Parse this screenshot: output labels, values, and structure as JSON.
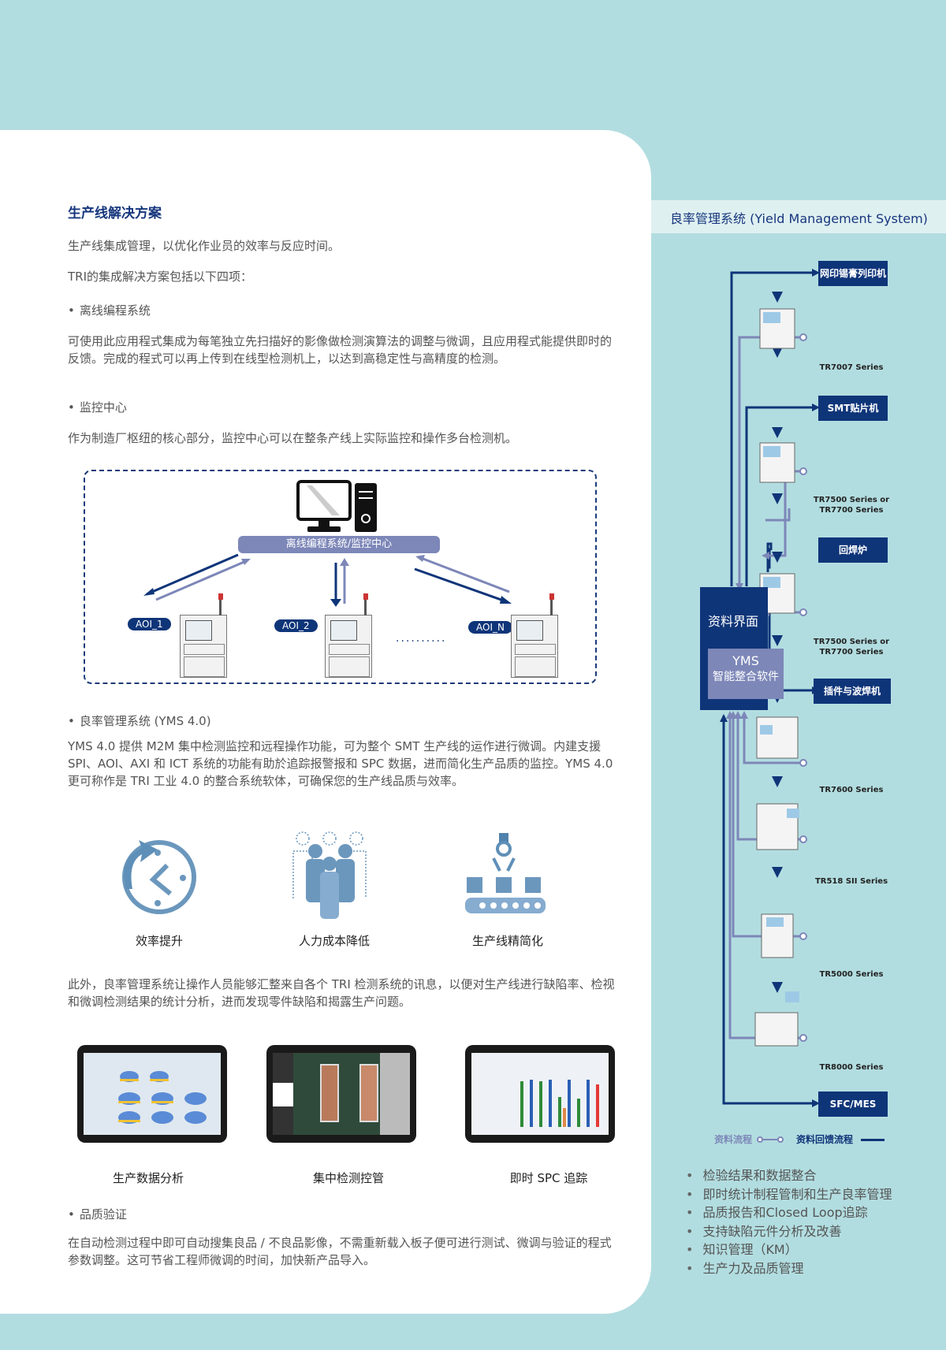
{
  "left": {
    "title": "生产线解决方案",
    "intro1": "生产线集成管理，以优化作业员的效率与反应时间。",
    "intro2": "TRI的集成解决方案包括以下四项：",
    "sections": [
      {
        "heading": "离线编程系统",
        "body": "可使用此应用程式集成为每笔独立先扫描好的影像做检测演算法的调整与微调，且应用程式能提供即时的反馈。完成的程式可以再上传到在线型检测机上，以达到高稳定性与高精度的检测。"
      },
      {
        "heading": "监控中心",
        "body": "作为制造厂枢纽的核心部分，监控中心可以在整条产线上实际监控和操作多台检测机。"
      },
      {
        "heading": "良率管理系统 (YMS 4.0)",
        "body": "YMS 4.0 提供 M2M 集中检测监控和远程操作功能，可为整个 SMT 生产线的运作进行微调。内建支援  SPI、AOI、AXI 和 ICT 系统的功能有助於追踪报警报和 SPC 数据，进而简化生产品质的监控。YMS 4.0 更可称作是 TRI 工业 4.0 的整合系统软体，可确保您的生产线品质与效率。"
      },
      {
        "heading": "品质验证",
        "body": "在自动检测过程中即可自动搜集良品 / 不良品影像，不需重新载入板子便可进行测试、微调与验证的程式参数调整。这可节省工程师微调的时间，加快新产品导入。"
      }
    ],
    "diagram": {
      "center_label": "离线编程系统/监控中心",
      "nodes": [
        "AOI_1",
        "AOI_2",
        "AOI_N"
      ],
      "ellipsis": "··········"
    },
    "benefits": [
      {
        "icon": "clock-arrow-icon",
        "label": "效率提升"
      },
      {
        "icon": "people-icon",
        "label": "人力成本降低"
      },
      {
        "icon": "conveyor-robot-icon",
        "label": "生产线精简化"
      }
    ],
    "extra_text": "此外，良率管理系统让操作人员能够汇整来自各个 TRI 检测系统的讯息，以便对生产线进行缺陷率、检视和微调检测结果的统计分析，进而发现零件缺陷和揭露生产问题。",
    "screens": [
      {
        "label": "生产数据分析"
      },
      {
        "label": "集中检测控管"
      },
      {
        "label": "即时 SPC 追踪"
      }
    ]
  },
  "right": {
    "title": "良率管理系统 (Yield Management System)",
    "flow": {
      "process_boxes": [
        "网印锡膏列印机",
        "SMT贴片机",
        "回焊炉",
        "插件与波焊机",
        "SFC/MES"
      ],
      "machines": [
        "TR7007 Series",
        "TR7500 Series or\nTR7700 Series",
        "TR7500 Series or\nTR7700 Series",
        "TR7600 Series",
        "TR518 SII Series",
        "TR5000 Series",
        "TR8000 Series"
      ],
      "hub_label": "资料界面",
      "software_label_1": "YMS",
      "software_label_2": "智能整合软件"
    },
    "legend": {
      "data_flow": "资料流程",
      "feedback_flow": "资料回馈流程"
    },
    "features": [
      "检验结果和数据整合",
      "即时统计制程管制和生产良率管理",
      "品质报告和Closed Loop追踪",
      "支持缺陷元件分析及改善",
      "知识管理（KM）",
      "生产力及品质管理"
    ]
  },
  "colors": {
    "navy": "#0f3579",
    "lavender": "#7d87b8",
    "teal_bg": "#b2dde0",
    "header_band": "#dff0f1"
  }
}
